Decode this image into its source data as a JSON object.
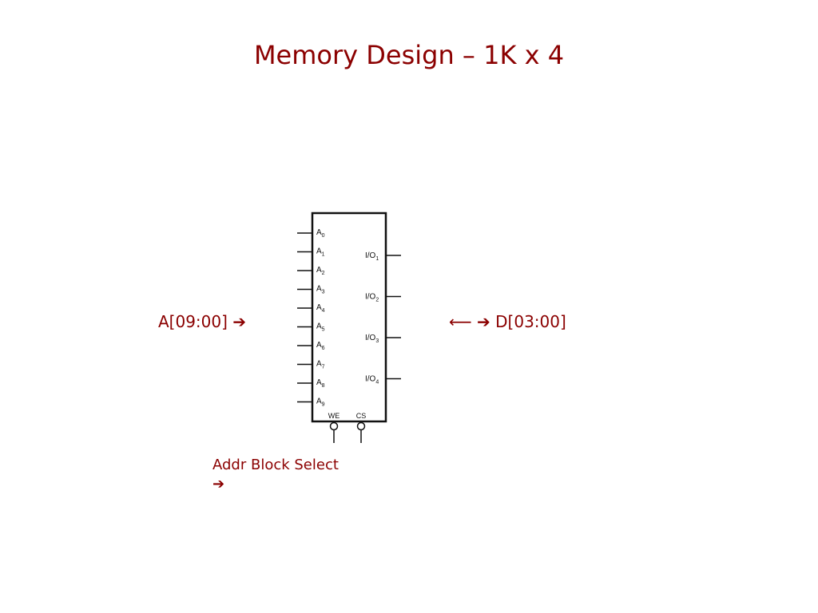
{
  "slide": {
    "title": "Memory Design – 1K x 4",
    "address_label": "A[09:00] ➔",
    "data_label": "⟵ ➔ D[03:00]",
    "select_label_line1": "Addr Block Select",
    "select_label_line2": "➔"
  },
  "chip": {
    "address_pins": [
      {
        "base": "A",
        "sub": "0"
      },
      {
        "base": "A",
        "sub": "1"
      },
      {
        "base": "A",
        "sub": "2"
      },
      {
        "base": "A",
        "sub": "3"
      },
      {
        "base": "A",
        "sub": "4"
      },
      {
        "base": "A",
        "sub": "5"
      },
      {
        "base": "A",
        "sub": "6"
      },
      {
        "base": "A",
        "sub": "7"
      },
      {
        "base": "A",
        "sub": "8"
      },
      {
        "base": "A",
        "sub": "9"
      }
    ],
    "io_pins": [
      {
        "base": "I/O",
        "sub": "1"
      },
      {
        "base": "I/O",
        "sub": "2"
      },
      {
        "base": "I/O",
        "sub": "3"
      },
      {
        "base": "I/O",
        "sub": "4"
      }
    ],
    "control_pins": [
      "WE",
      "CS"
    ]
  },
  "colors": {
    "text_accent": "#8b0000",
    "diagram_ink": "#111111"
  }
}
